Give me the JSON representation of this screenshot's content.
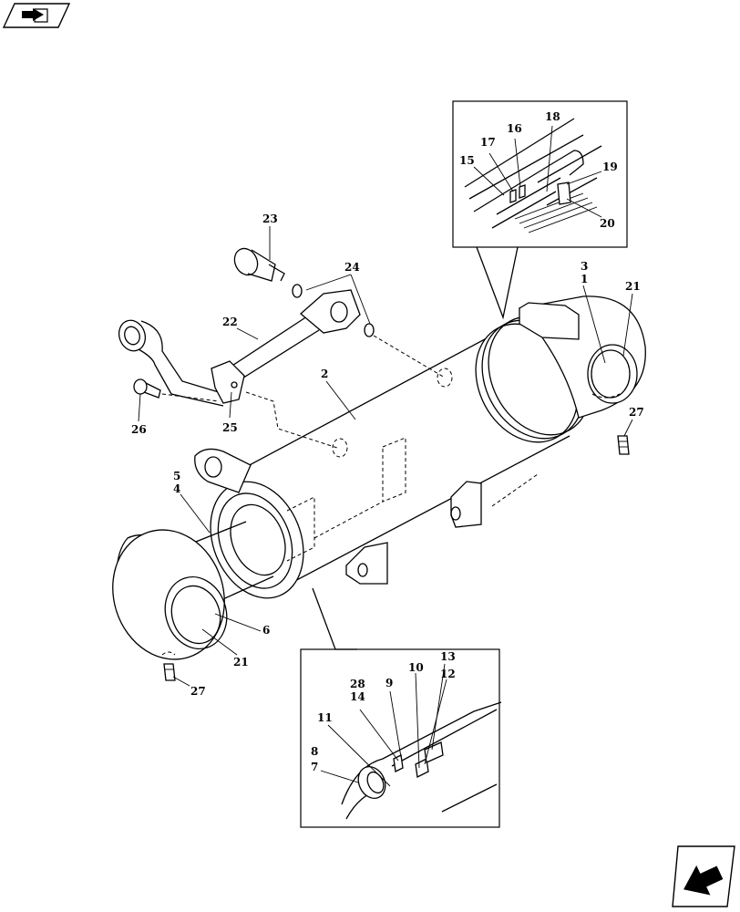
{
  "labels": {
    "l1": "1",
    "l2": "2",
    "l3": "3",
    "l4": "4",
    "l5": "5",
    "l6": "6",
    "l7": "7",
    "l8": "8",
    "l9": "9",
    "l10": "10",
    "l11": "11",
    "l12": "12",
    "l13": "13",
    "l14": "14",
    "l15": "15",
    "l16": "16",
    "l17": "17",
    "l18": "18",
    "l19": "19",
    "l20": "20",
    "l21a": "21",
    "l21b": "21",
    "l22": "22",
    "l23": "23",
    "l24": "24",
    "l25": "25",
    "l26": "26",
    "l27a": "27",
    "l27b": "27",
    "l28": "28"
  },
  "icons": {
    "top_left": "book-tab-icon",
    "bottom_right": "next-page-arrow-icon"
  }
}
